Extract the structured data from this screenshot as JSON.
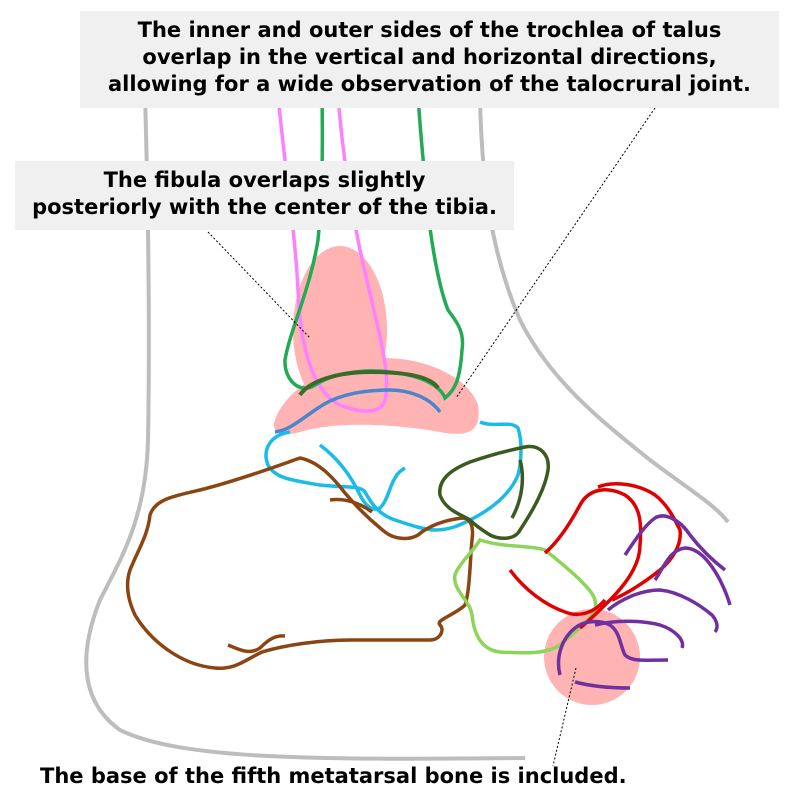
{
  "annotations": {
    "trochlea": {
      "lines": [
        "The inner and outer sides of the trochlea of talus",
        "overlap in the vertical and horizontal directions,",
        "allowing for a wide observation of the talocrural joint."
      ]
    },
    "fibula": {
      "lines": [
        "The fibula overlaps slightly",
        "posteriorly with the center of the tibia."
      ]
    },
    "fifth_metatarsal": {
      "text": "The base of the fifth metatarsal bone is included."
    }
  },
  "colors": {
    "skin_outline": "#bdbdbd",
    "fibula": "#ff80ff",
    "tibia": "#22aa55",
    "talus_dome": "#3a6b2a",
    "talus_calcaneus_joint": "#4a86c8",
    "talus_navicular": "#1bbbe8",
    "calcaneus": "#8b4513",
    "cuneiform_cuboid": "#3b5a20",
    "cuboid": "#8cd45a",
    "metatarsals_medial": "#e00000",
    "metatarsals_lateral": "#7030a0",
    "highlight": "#ff9a9a"
  }
}
